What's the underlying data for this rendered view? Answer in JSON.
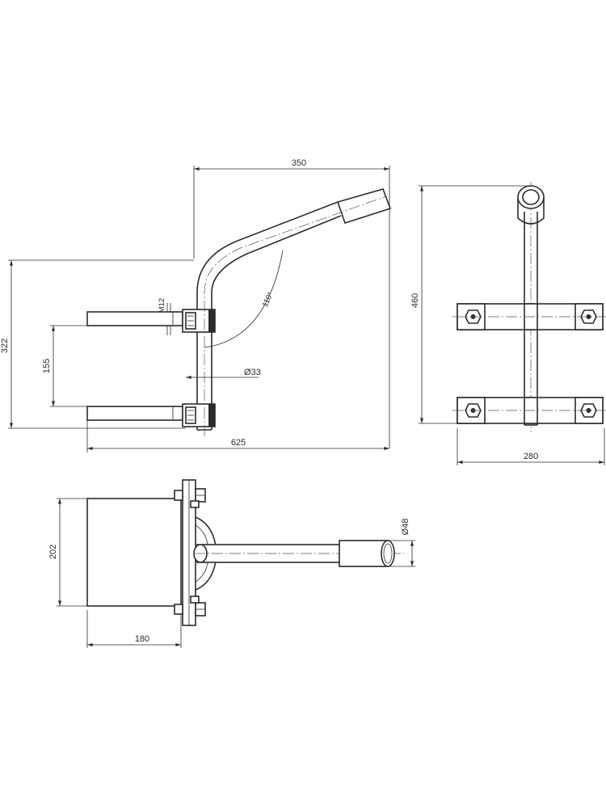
{
  "dimensions": {
    "d350": "350",
    "d322": "322",
    "d155": "155",
    "d625": "625",
    "m12": "M12",
    "dia33": "33",
    "ang": "110°",
    "d460": "460",
    "d280": "280",
    "d202": "202",
    "d180": "180",
    "dia48": "48"
  },
  "symbols": {
    "diameter": "Ø"
  }
}
